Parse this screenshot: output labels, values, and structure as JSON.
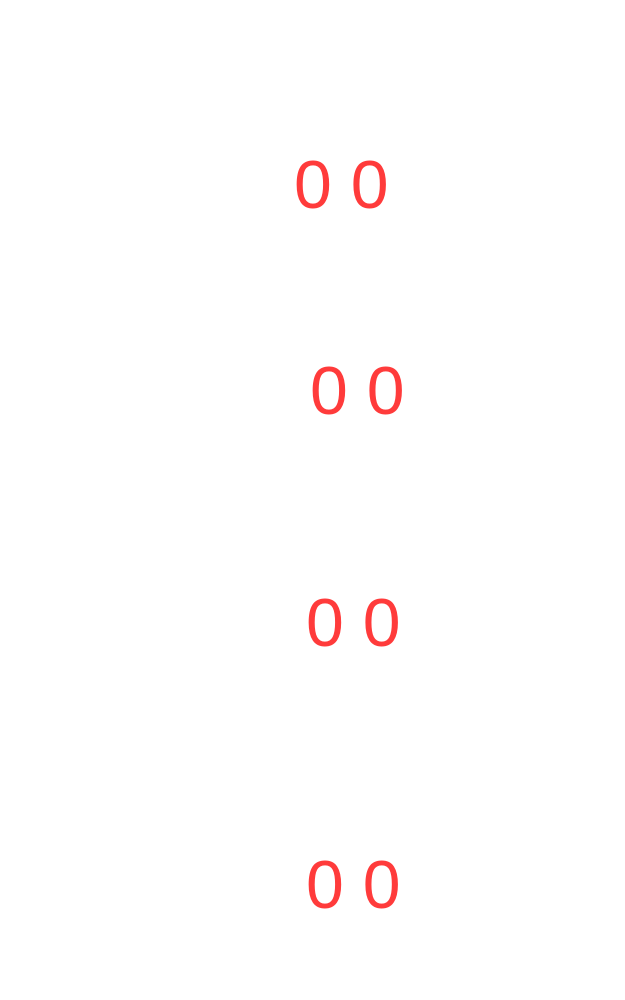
{
  "labels": [
    "0 0",
    "0 0",
    "0 0",
    "0 0"
  ],
  "colors": {
    "text": "#ff3b3b",
    "background": "#ffffff"
  }
}
